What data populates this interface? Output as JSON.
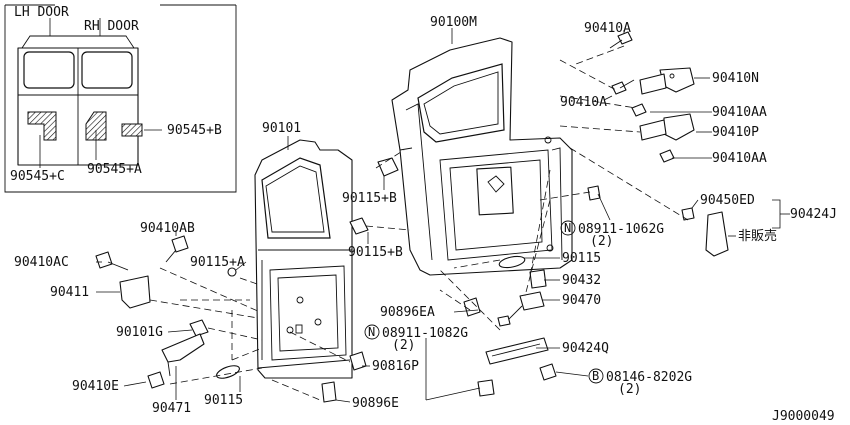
{
  "inset": {
    "lh_door": "LH DOOR",
    "rh_door": "RH DOOR",
    "parts": [
      "90545+B",
      "90545+C",
      "90545+A"
    ]
  },
  "labels": {
    "p90100M": "90100M",
    "p90101": "90101",
    "p90410A_top": "90410A",
    "p90410N": "90410N",
    "p90410A_mid": "90410A",
    "p90410AA_1": "90410AA",
    "p90410P": "90410P",
    "p90410AA_2": "90410AA",
    "p90115B_1": "90115+B",
    "p90115B_2": "90115+B",
    "p90450ED": "90450ED",
    "p90424J": "90424J",
    "p08911_1062G": "08911-1062G",
    "p08911_1062G_qty": "(2)",
    "p90115": "90115",
    "p90432": "90432",
    "p90470": "90470",
    "p90896EA": "90896EA",
    "p08911_1082G": "08911-1082G",
    "p08911_1082G_qty": "(2)",
    "p90424Q": "90424Q",
    "p08146_8202G": "08146-8202G",
    "p08146_8202G_qty": "(2)",
    "p90410AB": "90410AB",
    "p90410AC": "90410AC",
    "p90115A": "90115+A",
    "p90411": "90411",
    "p90101G": "90101G",
    "p90410E": "90410E",
    "p90471": "90471",
    "p90115_lower": "90115",
    "p90816P": "90816P",
    "p90896E": "90896E",
    "not_sold": "非販売",
    "circle_N": "N",
    "circle_B": "B",
    "figure_id": "J9000049"
  }
}
